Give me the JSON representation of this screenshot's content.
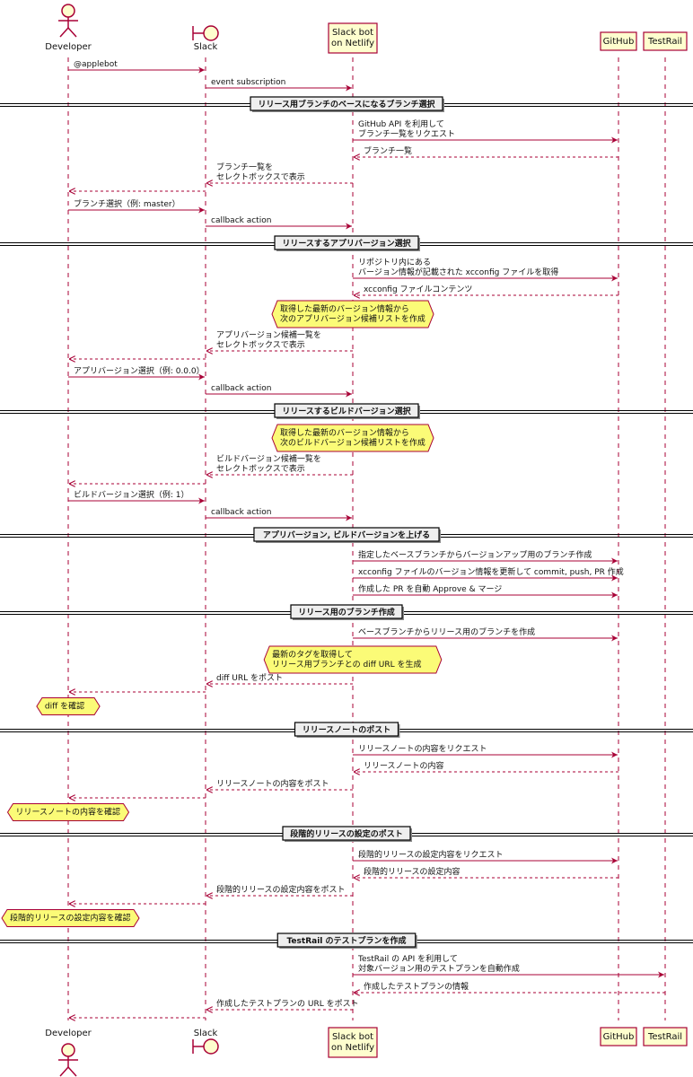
{
  "participants": [
    {
      "id": "dev",
      "lines": [
        "Developer"
      ],
      "kind": "actor"
    },
    {
      "id": "slack",
      "lines": [
        "Slack"
      ],
      "kind": "boundary"
    },
    {
      "id": "bot",
      "lines": [
        "Slack bot",
        "on Netlify"
      ],
      "kind": "box"
    },
    {
      "id": "gh",
      "lines": [
        "GitHub"
      ],
      "kind": "box"
    },
    {
      "id": "tr",
      "lines": [
        "TestRail"
      ],
      "kind": "box"
    }
  ],
  "colors": {
    "arrow": "#a80036",
    "note_fill": "#fbfb77",
    "note_border": "#a80036",
    "box_fill": "#fefece",
    "lifeline": "#a80036"
  },
  "steps": [
    {
      "t": "msg",
      "from": "dev",
      "to": "slack",
      "lines": [
        "@applebot"
      ]
    },
    {
      "t": "msg",
      "from": "slack",
      "to": "bot",
      "lines": [
        "event subscription"
      ]
    },
    {
      "t": "sep",
      "label": "リリース用ブランチのベースになるブランチ選択"
    },
    {
      "t": "msg",
      "from": "bot",
      "to": "gh",
      "lines": [
        "GitHub API を利用して",
        "ブランチ一覧をリクエスト"
      ]
    },
    {
      "t": "msg",
      "from": "gh",
      "to": "bot",
      "lines": [
        "ブランチ一覧"
      ],
      "dashed": true
    },
    {
      "t": "msg",
      "from": "bot",
      "to": "slack",
      "lines": [
        "ブランチ一覧を",
        "セレクトボックスで表示"
      ],
      "dashed": true
    },
    {
      "t": "msg",
      "from": "slack",
      "to": "dev",
      "lines": [],
      "dashed": true
    },
    {
      "t": "msg",
      "from": "dev",
      "to": "slack",
      "lines": [
        "ブランチ選択（例: master）"
      ]
    },
    {
      "t": "msg",
      "from": "slack",
      "to": "bot",
      "lines": [
        "callback action"
      ]
    },
    {
      "t": "sep",
      "label": "リリースするアプリバージョン選択"
    },
    {
      "t": "msg",
      "from": "bot",
      "to": "gh",
      "lines": [
        "リポジトリ内にある",
        "バージョン情報が記載された xcconfig ファイルを取得"
      ]
    },
    {
      "t": "msg",
      "from": "gh",
      "to": "bot",
      "lines": [
        "xcconfig ファイルコンテンツ"
      ],
      "dashed": true
    },
    {
      "t": "note",
      "at": "bot",
      "lines": [
        "取得した最新のバージョン情報から",
        "次のアプリバージョン候補リストを作成"
      ]
    },
    {
      "t": "msg",
      "from": "bot",
      "to": "slack",
      "lines": [
        "アプリバージョン候補一覧を",
        "セレクトボックスで表示"
      ],
      "dashed": true
    },
    {
      "t": "msg",
      "from": "slack",
      "to": "dev",
      "lines": [],
      "dashed": true
    },
    {
      "t": "msg",
      "from": "dev",
      "to": "slack",
      "lines": [
        "アプリバージョン選択（例: 0.0.0）"
      ]
    },
    {
      "t": "msg",
      "from": "slack",
      "to": "bot",
      "lines": [
        "callback action"
      ]
    },
    {
      "t": "sep",
      "label": "リリースするビルドバージョン選択"
    },
    {
      "t": "note",
      "at": "bot",
      "lines": [
        "取得した最新のバージョン情報から",
        "次のビルドバージョン候補リストを作成"
      ]
    },
    {
      "t": "msg",
      "from": "bot",
      "to": "slack",
      "lines": [
        "ビルドバージョン候補一覧を",
        "セレクトボックスで表示"
      ],
      "dashed": true
    },
    {
      "t": "msg",
      "from": "slack",
      "to": "dev",
      "lines": [],
      "dashed": true
    },
    {
      "t": "msg",
      "from": "dev",
      "to": "slack",
      "lines": [
        "ビルドバージョン選択（例: 1）"
      ]
    },
    {
      "t": "msg",
      "from": "slack",
      "to": "bot",
      "lines": [
        "callback action"
      ]
    },
    {
      "t": "sep",
      "label": "アプリバージョン, ビルドバージョンを上げる"
    },
    {
      "t": "msg",
      "from": "bot",
      "to": "gh",
      "lines": [
        "指定したベースブランチからバージョンアップ用のブランチ作成"
      ]
    },
    {
      "t": "msg",
      "from": "bot",
      "to": "gh",
      "lines": [
        "xcconfig ファイルのバージョン情報を更新して commit, push, PR 作成"
      ]
    },
    {
      "t": "msg",
      "from": "bot",
      "to": "gh",
      "lines": [
        "作成した PR を自動 Approve & マージ"
      ]
    },
    {
      "t": "sep",
      "label": "リリース用のブランチ作成"
    },
    {
      "t": "msg",
      "from": "bot",
      "to": "gh",
      "lines": [
        "ベースブランチからリリース用のブランチを作成"
      ]
    },
    {
      "t": "note",
      "at": "bot",
      "lines": [
        "最新のタグを取得して",
        "リリース用ブランチとの diff URL を生成"
      ]
    },
    {
      "t": "msg",
      "from": "bot",
      "to": "slack",
      "lines": [
        "diff URL をポスト"
      ],
      "dashed": true
    },
    {
      "t": "msg",
      "from": "slack",
      "to": "dev",
      "lines": [],
      "dashed": true
    },
    {
      "t": "note",
      "at": "dev",
      "lines": [
        "diff を確認"
      ]
    },
    {
      "t": "sep",
      "label": "リリースノートのポスト"
    },
    {
      "t": "msg",
      "from": "bot",
      "to": "gh",
      "lines": [
        "リリースノートの内容をリクエスト"
      ]
    },
    {
      "t": "msg",
      "from": "gh",
      "to": "bot",
      "lines": [
        "リリースノートの内容"
      ],
      "dashed": true
    },
    {
      "t": "msg",
      "from": "bot",
      "to": "slack",
      "lines": [
        "リリースノートの内容をポスト"
      ],
      "dashed": true
    },
    {
      "t": "msg",
      "from": "slack",
      "to": "dev",
      "lines": [],
      "dashed": true
    },
    {
      "t": "note",
      "at": "dev",
      "lines": [
        "リリースノートの内容を確認"
      ]
    },
    {
      "t": "sep",
      "label": "段階的リリースの設定のポスト"
    },
    {
      "t": "msg",
      "from": "bot",
      "to": "gh",
      "lines": [
        "段階的リリースの設定内容をリクエスト"
      ]
    },
    {
      "t": "msg",
      "from": "gh",
      "to": "bot",
      "lines": [
        "段階的リリースの設定内容"
      ],
      "dashed": true
    },
    {
      "t": "msg",
      "from": "bot",
      "to": "slack",
      "lines": [
        "段階的リリースの設定内容をポスト"
      ],
      "dashed": true
    },
    {
      "t": "msg",
      "from": "slack",
      "to": "dev",
      "lines": [],
      "dashed": true
    },
    {
      "t": "note",
      "at": "dev",
      "lines": [
        "段階的リリースの設定内容を確認"
      ]
    },
    {
      "t": "sep",
      "label": "TestRail のテストプランを作成"
    },
    {
      "t": "msg",
      "from": "bot",
      "to": "tr",
      "lines": [
        "TestRail の API を利用して",
        "対象バージョン用のテストプランを自動作成"
      ]
    },
    {
      "t": "msg",
      "from": "tr",
      "to": "bot",
      "lines": [
        "作成したテストプランの情報"
      ],
      "dashed": true
    },
    {
      "t": "msg",
      "from": "bot",
      "to": "slack",
      "lines": [
        "作成したテストプランの URL をポスト"
      ],
      "dashed": true
    },
    {
      "t": "msg",
      "from": "slack",
      "to": "dev",
      "lines": [],
      "dashed": true
    }
  ]
}
